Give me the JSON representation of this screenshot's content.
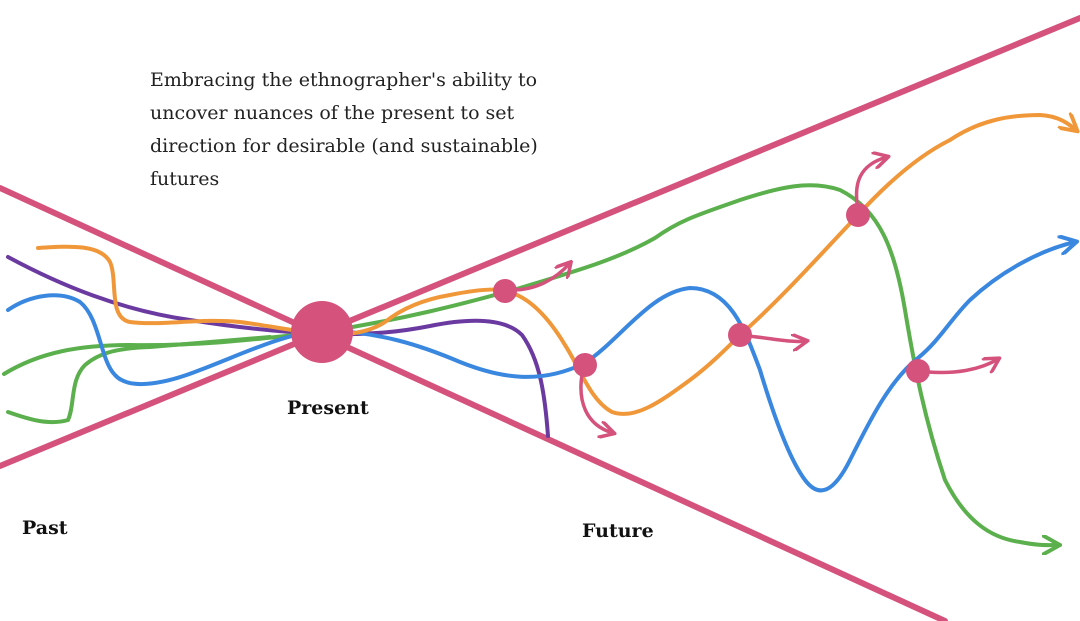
{
  "caption": "Embracing the ethnographer's ability to uncover nuances of the present to set direction for desirable (and sustainable) futures",
  "labels": {
    "present": "Present",
    "past": "Past",
    "future": "Future"
  },
  "colors": {
    "cone": "#d4527c",
    "orange": "#f0973a",
    "blue": "#3a87e0",
    "green": "#5bb04d",
    "purple": "#6b3aa0",
    "node": "#d4527c"
  }
}
